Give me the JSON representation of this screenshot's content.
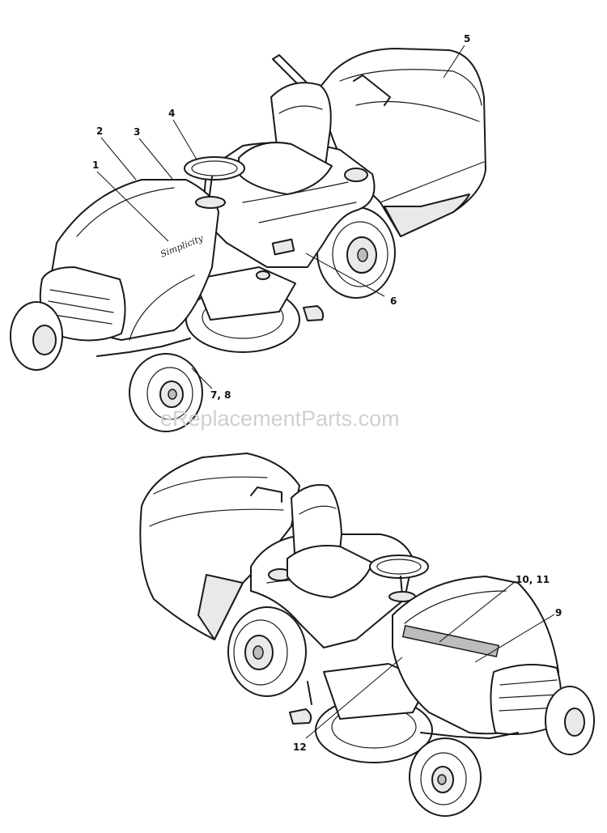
{
  "callouts": {
    "c1": "1",
    "c2": "2",
    "c3": "3",
    "c4": "4",
    "c5": "5",
    "c6": "6",
    "c7_8": "7, 8",
    "c9": "9",
    "c10_11": "10, 11",
    "c12": "12"
  },
  "brand_decal": "Simplicity",
  "watermark": "eReplacementParts.com"
}
